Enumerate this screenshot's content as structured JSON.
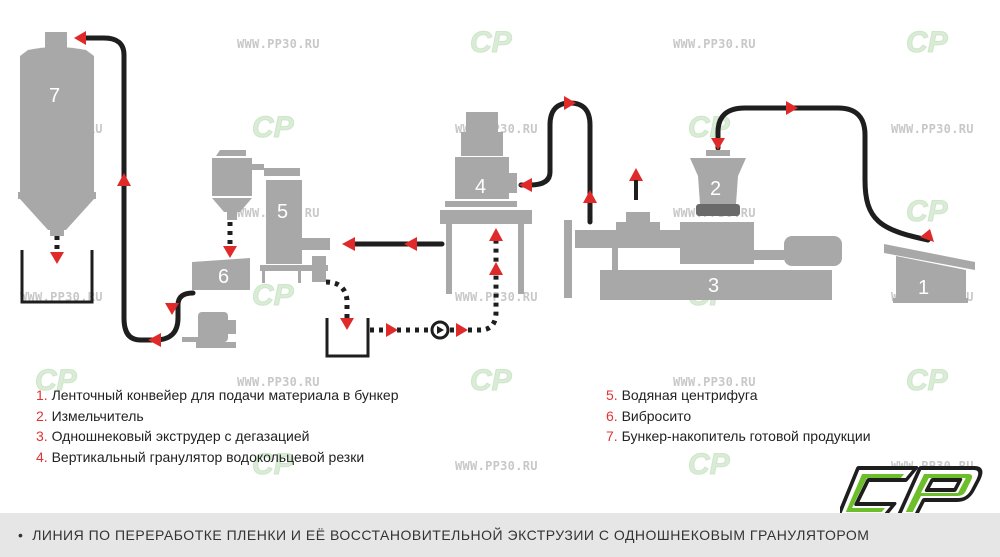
{
  "watermark": {
    "site": "WWW.PP30.RU",
    "logo": "СР"
  },
  "stage_numbers": {
    "n1": "1",
    "n2": "2",
    "n3": "3",
    "n4": "4",
    "n5": "5",
    "n6": "6",
    "n7": "7"
  },
  "legend": {
    "left": [
      {
        "num": "1.",
        "text": "Ленточный конвейер для подачи материала в бункер"
      },
      {
        "num": "2.",
        "text": "Измельчитель"
      },
      {
        "num": "3.",
        "text": "Одношнековый экструдер с дегазацией"
      },
      {
        "num": "4.",
        "text": "Вертикальный гранулятор водокольцевой резки"
      }
    ],
    "right": [
      {
        "num": "5.",
        "text": "Водяная центрифуга"
      },
      {
        "num": "6.",
        "text": "Вибросито"
      },
      {
        "num": "7.",
        "text": "Бункер-накопитель готовой продукции"
      }
    ]
  },
  "footer": {
    "bullet": "•",
    "title": "ЛИНИЯ ПО ПЕРЕРАБОТКЕ ПЛЕНКИ И ЕЁ ВОССТАНОВИТЕЛЬНОЙ ЭКСТРУЗИИ С ОДНОШНЕКОВЫМ ГРАНУЛЯТОРОМ"
  },
  "colors": {
    "machine": "#a8a8a8",
    "pipe": "#1e1e1e",
    "arrow": "#e02a2a",
    "brand_green": "#6cbf2a",
    "footer_bg": "#e6e6e6"
  }
}
